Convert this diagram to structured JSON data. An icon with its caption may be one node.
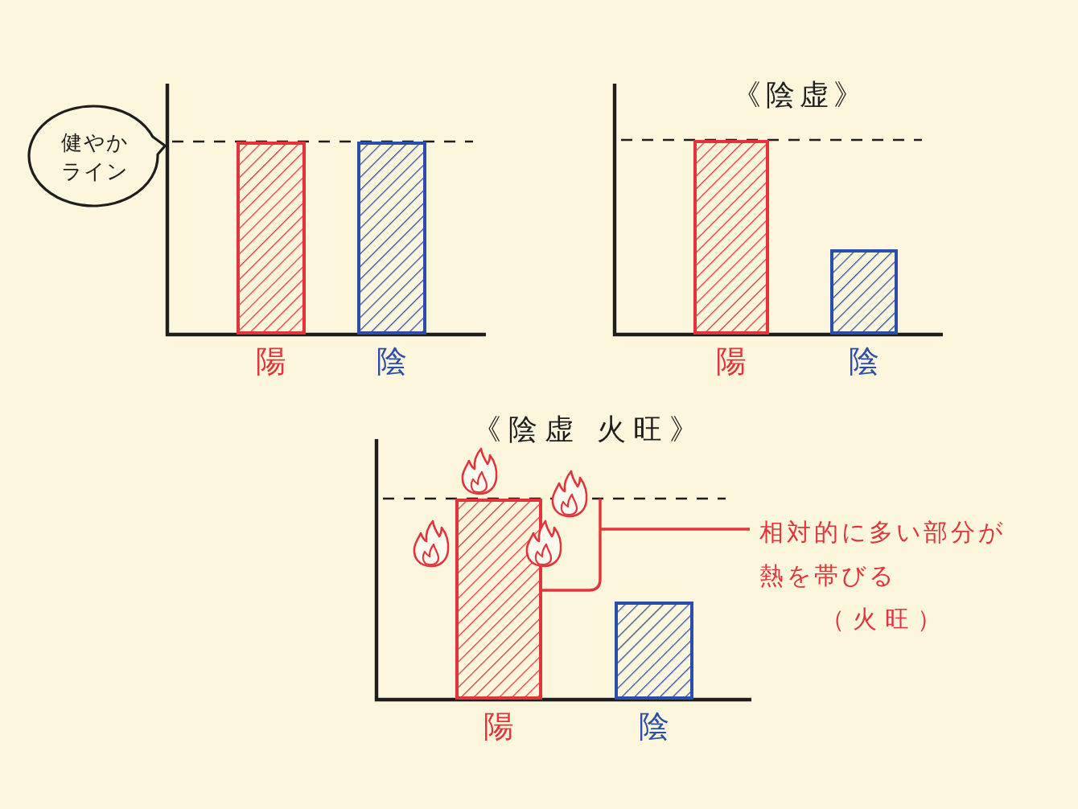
{
  "diagram": {
    "nodes": [
      {
        "text": [
          "健やかライン"
        ]
      },
      {
        "text": [],
        "shape": "bar",
        "beside": [
          "陽"
        ]
      },
      {
        "text": [],
        "shape": "bar",
        "beside": [
          "陰"
        ]
      },
      {
        "text": [],
        "shape": "bar",
        "beside": [
          "陽"
        ]
      },
      {
        "text": [],
        "shape": "bar",
        "beside": [
          "陰"
        ]
      },
      {
        "text": [],
        "shape": "bar",
        "beside": [
          "陽"
        ]
      },
      {
        "text": [],
        "shape": "bar",
        "beside": [
          "陰"
        ]
      },
      {
        "text": [
          "相対的に多い部分が熱を帯びる",
          "（火旺）"
        ]
      }
    ],
    "edges": [
      {
        "from": 7,
        "to": 5,
        "arrow": "none",
        "color": "#e3343c"
      }
    ],
    "labels": [
      "《陰虚》",
      "《陰虚 火旺》"
    ]
  }
}
